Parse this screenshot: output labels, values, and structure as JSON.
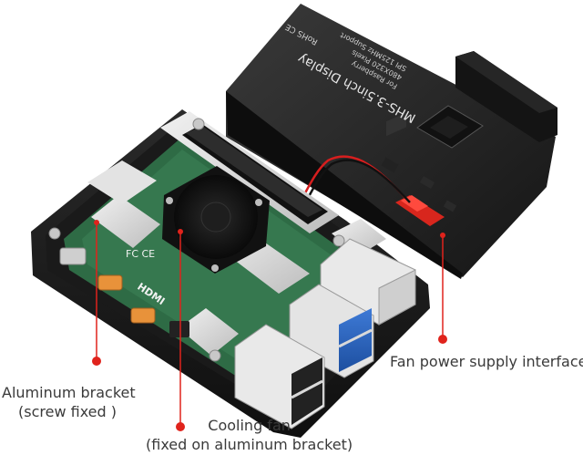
{
  "display_board": {
    "title": "MHS-3.5inch Display",
    "subtitle_1": "For Raspberry",
    "subtitle_2": "480X320 Pixels",
    "subtitle_3": "SPI 125MHz Support",
    "marks": "RoHS CE"
  },
  "pi_board": {
    "port_label": "HDMI",
    "cert_mark": "FC CE"
  },
  "callouts": {
    "aluminum_bracket": [
      "Aluminum bracket",
      "(screw fixed )"
    ],
    "cooling_fan": [
      "Cooling fan",
      "(fixed on aluminum bracket)"
    ],
    "fan_power": "Fan power supply interface"
  },
  "colors": {
    "callout_red": "#e0231c",
    "case_black": "#1c1c1c",
    "pcb_green": "#2e6b45",
    "bracket_silver": "#d9d9d9"
  }
}
